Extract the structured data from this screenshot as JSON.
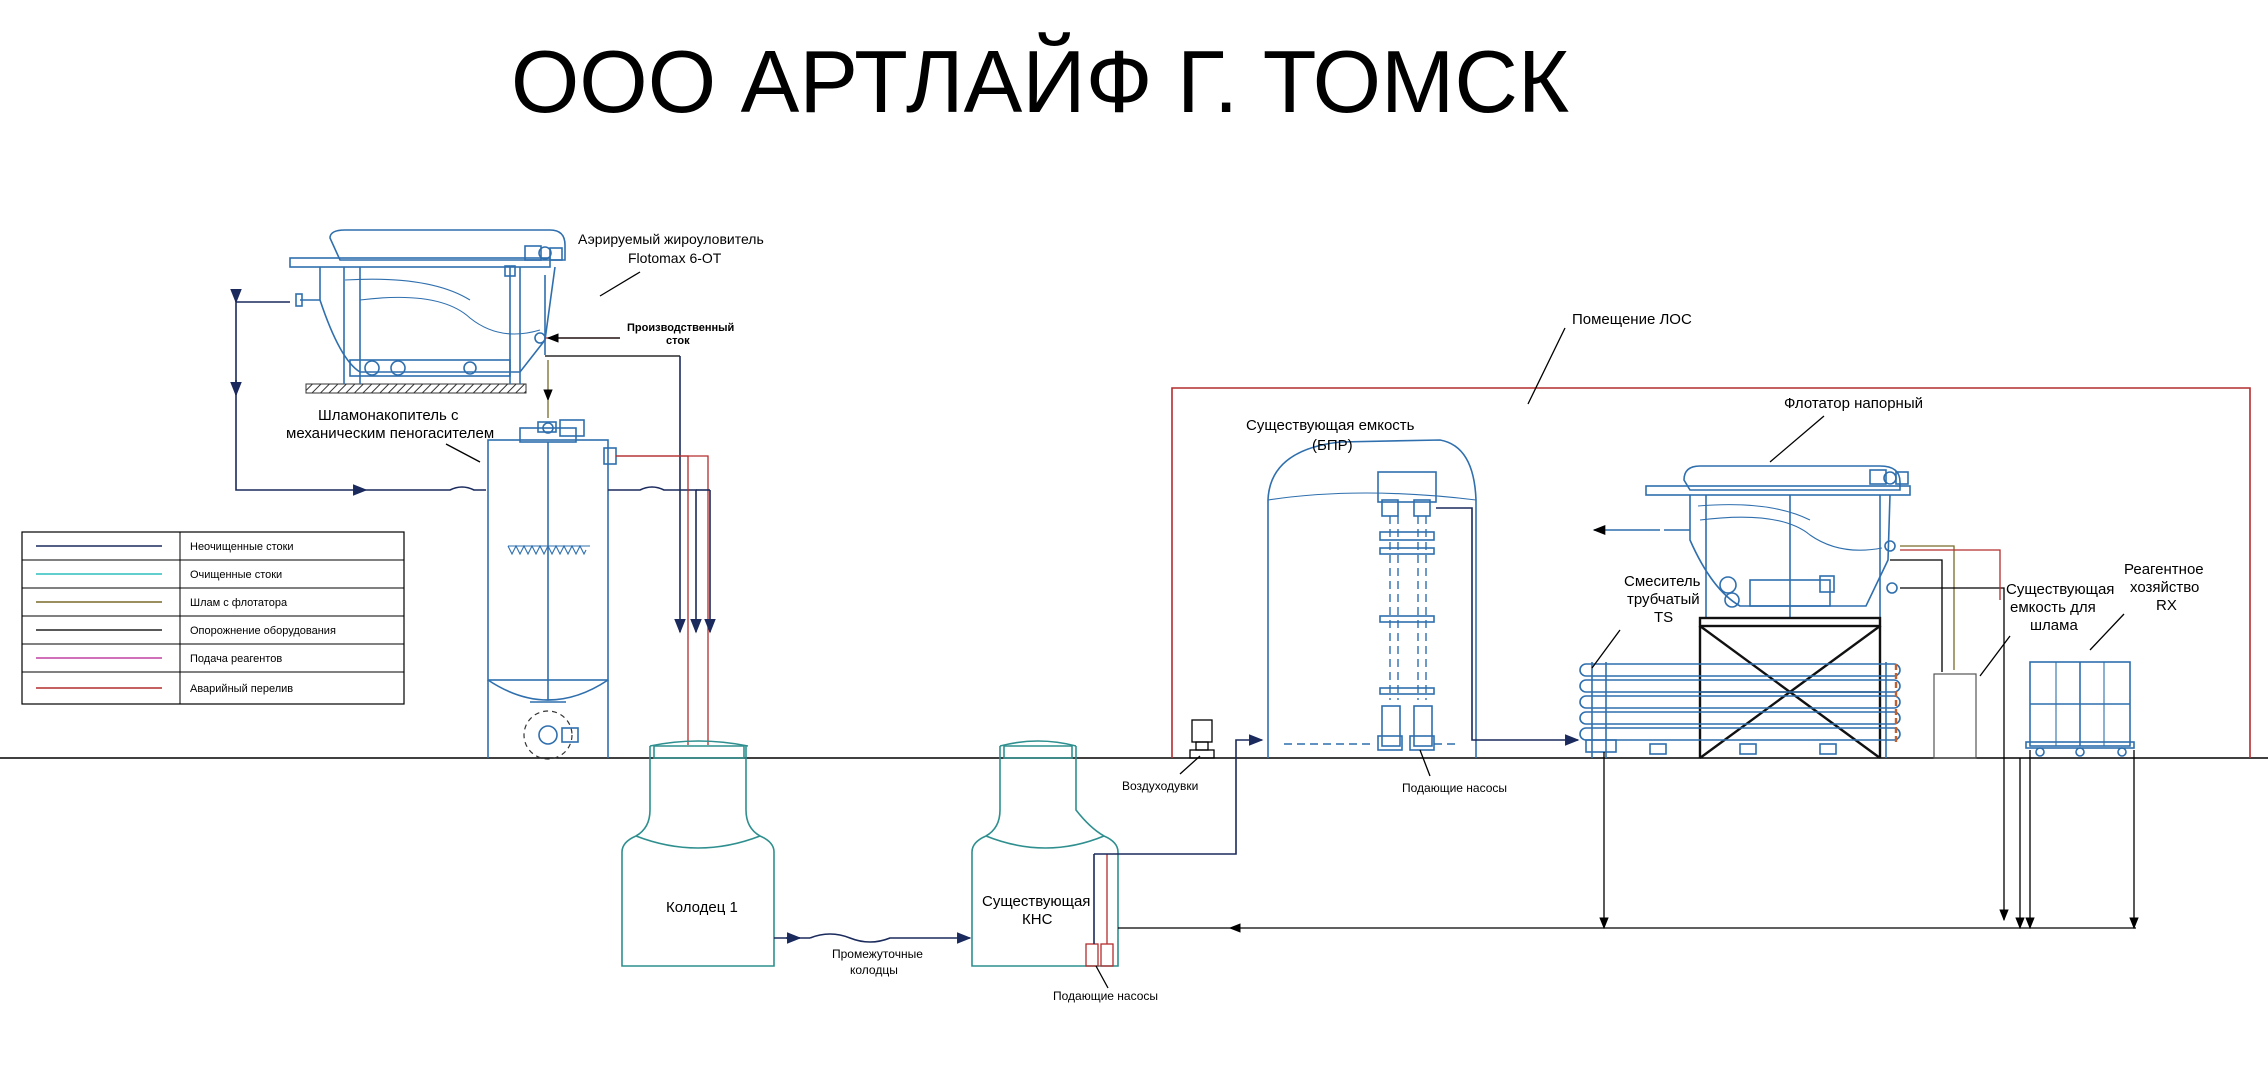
{
  "title": "ООО АРТЛАЙФ Г. ТОМСК",
  "labels": {
    "grease_trap": [
      "Аэрируемый жироуловитель",
      "Flotomax 6-ОТ"
    ],
    "industrial_drain": [
      "Производственный",
      "сток"
    ],
    "sludge_tank": [
      "Шламонакопитель с",
      "механическим пеногасителем"
    ],
    "los_room": "Помещение ЛОС",
    "existing_tank": [
      "Существующая емкость",
      "(БПР)"
    ],
    "pressure_flotator": "Флотатор напорный",
    "mixer": [
      "Смеситель",
      "трубчатый",
      "TS"
    ],
    "sludge_container": [
      "Существующая",
      "емкость для",
      "шлама"
    ],
    "reagent": [
      "Реагентное",
      "хозяйство",
      "RX"
    ],
    "well1": "Колодец 1",
    "kns": [
      "Существующая",
      "КНС"
    ],
    "intermediate_wells": [
      "Промежуточные",
      "колодцы"
    ],
    "blowers": "Воздуходувки",
    "feed_pumps_tank": "Подающие насосы",
    "feed_pumps_kns": "Подающие насосы"
  },
  "legend": [
    {
      "label": "Неочищенные стоки",
      "color": "#1a2a5c"
    },
    {
      "label": "Очищенные стоки",
      "color": "#2fbfbf"
    },
    {
      "label": "Шлам с флотатора",
      "color": "#7a6a2a"
    },
    {
      "label": "Опорожнение оборудования",
      "color": "#222222"
    },
    {
      "label": "Подача реагентов",
      "color": "#c040a0"
    },
    {
      "label": "Аварийный перелив",
      "color": "#b42d2d"
    }
  ]
}
